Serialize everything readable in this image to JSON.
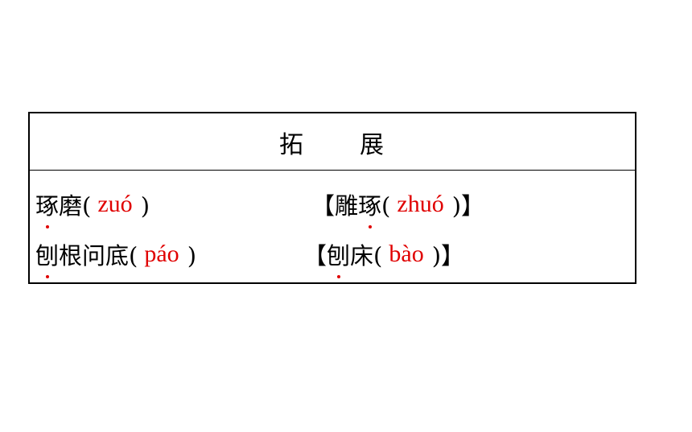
{
  "header": {
    "title_char_1": "拓",
    "title_char_2": "展"
  },
  "rows": [
    {
      "left": {
        "dotted_char": "琢",
        "rest": "磨",
        "paren_open": "(",
        "pinyin": "zuó",
        "paren_close": ")"
      },
      "right": {
        "bracket_open": "【",
        "prefix": "雕",
        "dotted_char": "琢",
        "paren_open": "(",
        "pinyin": "zhuó",
        "paren_close": ")",
        "bracket_close": "】"
      }
    },
    {
      "left": {
        "dotted_char": "刨",
        "rest": "根问底",
        "paren_open": "(",
        "pinyin": "páo",
        "paren_close": ")"
      },
      "right": {
        "bracket_open": "【",
        "prefix": "",
        "dotted_char": "刨",
        "rest": "床",
        "paren_open": "(",
        "pinyin": "bào",
        "paren_close": ")",
        "bracket_close": "】"
      }
    }
  ],
  "colors": {
    "pinyin": "#e00000",
    "text": "#000000",
    "border": "#000000"
  }
}
